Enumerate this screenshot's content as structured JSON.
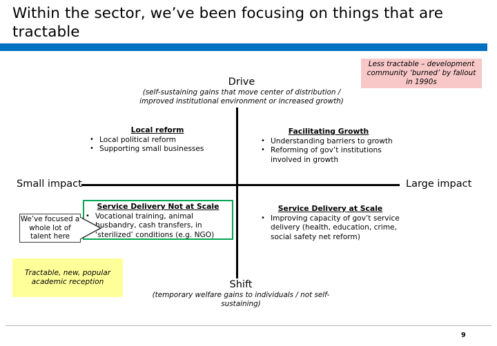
{
  "slide": {
    "title": "Within the sector, we’ve been focusing on things that are tractable",
    "page_number": "9",
    "accent_color": "#0070c0",
    "green_box_color": "#00a550",
    "pink_note_color": "#f8c7c7",
    "yellow_note_color": "#ffff99"
  },
  "notes": {
    "pink": "Less tractable – development community ‘burned’ by fallout in 1990s",
    "yellow": "Tractable, new, popular academic reception",
    "callout": "We’ve focused a whole lot of talent here"
  },
  "chart_data": {
    "type": "scatter",
    "title": "Within the sector, we’ve been focusing on things that are tractable",
    "layout": "2x2 quadrant matrix",
    "axes": {
      "vertical": {
        "top_label": "Drive",
        "top_sublabel": "(self-sustaining gains that move center of distribution / improved institutional environment or increased growth)",
        "bottom_label": "Shift",
        "bottom_sublabel": "(temporary welfare gains to individuals / not self-sustaining)"
      },
      "horizontal": {
        "left_label": "Small impact",
        "right_label": "Large impact"
      }
    },
    "quadrants": [
      {
        "position": "top-left",
        "title": "Local reform",
        "items": [
          "Local political reform",
          "Supporting small businesses"
        ]
      },
      {
        "position": "top-right",
        "title": "Facilitating Growth",
        "items": [
          "Understanding barriers to growth",
          "Reforming of gov’t institutions involved in growth"
        ]
      },
      {
        "position": "bottom-left",
        "title": "Service Delivery Not at Scale",
        "highlighted": true,
        "items": [
          "Vocational training, animal husbandry, cash transfers, in ‘sterilized’ conditions (e.g. NGO)"
        ]
      },
      {
        "position": "bottom-right",
        "title": "Service Delivery at Scale",
        "items": [
          "Improving capacity of gov’t service delivery (health, education, crime, social safety net reform)"
        ]
      }
    ]
  },
  "bullet_glyph": "•"
}
